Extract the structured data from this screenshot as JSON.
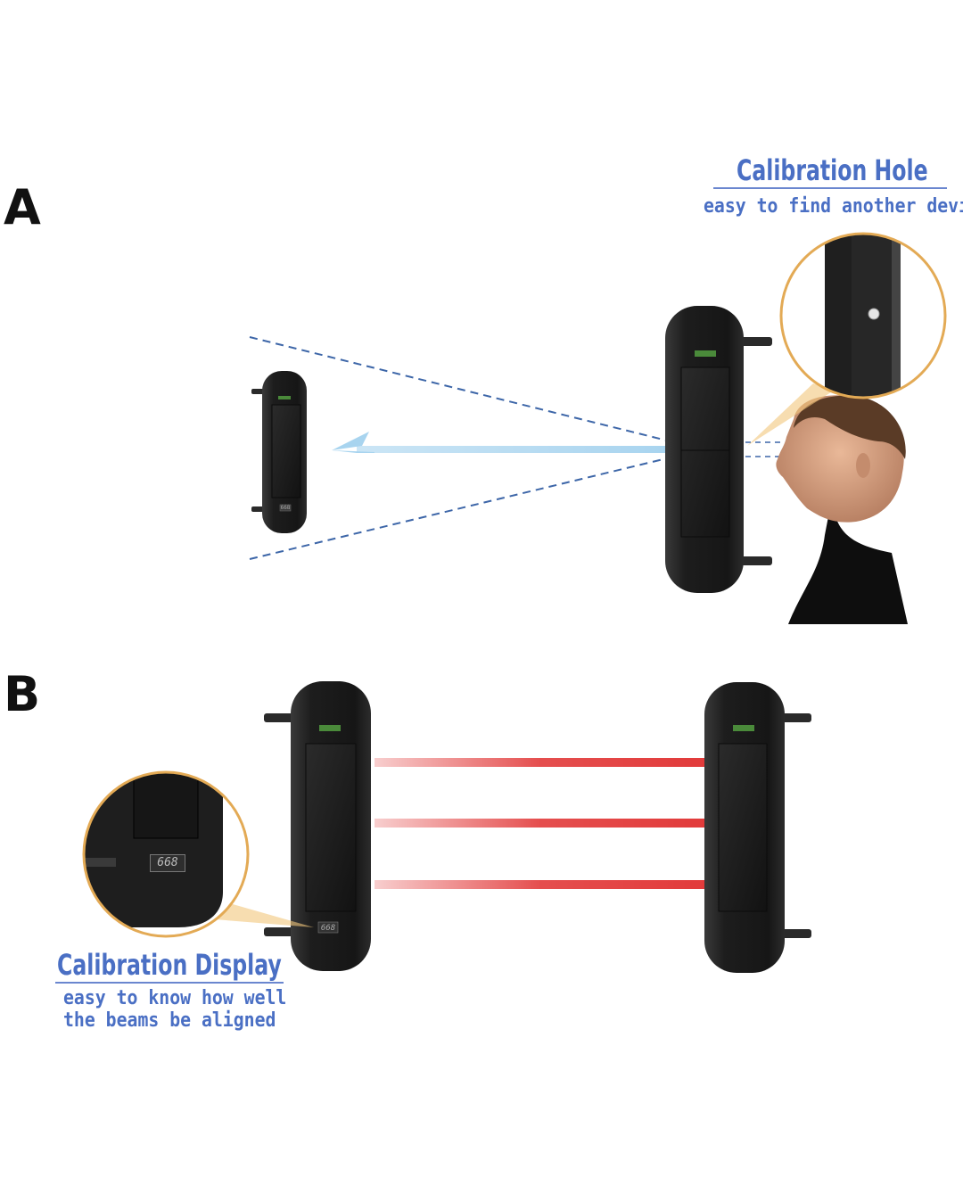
{
  "sections": {
    "a": {
      "letter": "A"
    },
    "b": {
      "letter": "B"
    }
  },
  "callouts": {
    "hole": {
      "title": "Calibration Hole",
      "subtitle": "easy to find another device"
    },
    "display": {
      "title": "Calibration Display",
      "subtitle": "easy to know how well\nthe beams be aligned",
      "readout": "668"
    }
  },
  "colors": {
    "accent_text": "#4a6fc4",
    "callout_ring": "#e3aa55",
    "beam_red": "#e23b3b",
    "beam_blue": "#a8d4ef",
    "guide_dash": "#3d66a8",
    "device_body": "#1e1e1e"
  },
  "icons": [
    "beam-sensor-device",
    "human-head-photo",
    "magnifier-callout"
  ]
}
